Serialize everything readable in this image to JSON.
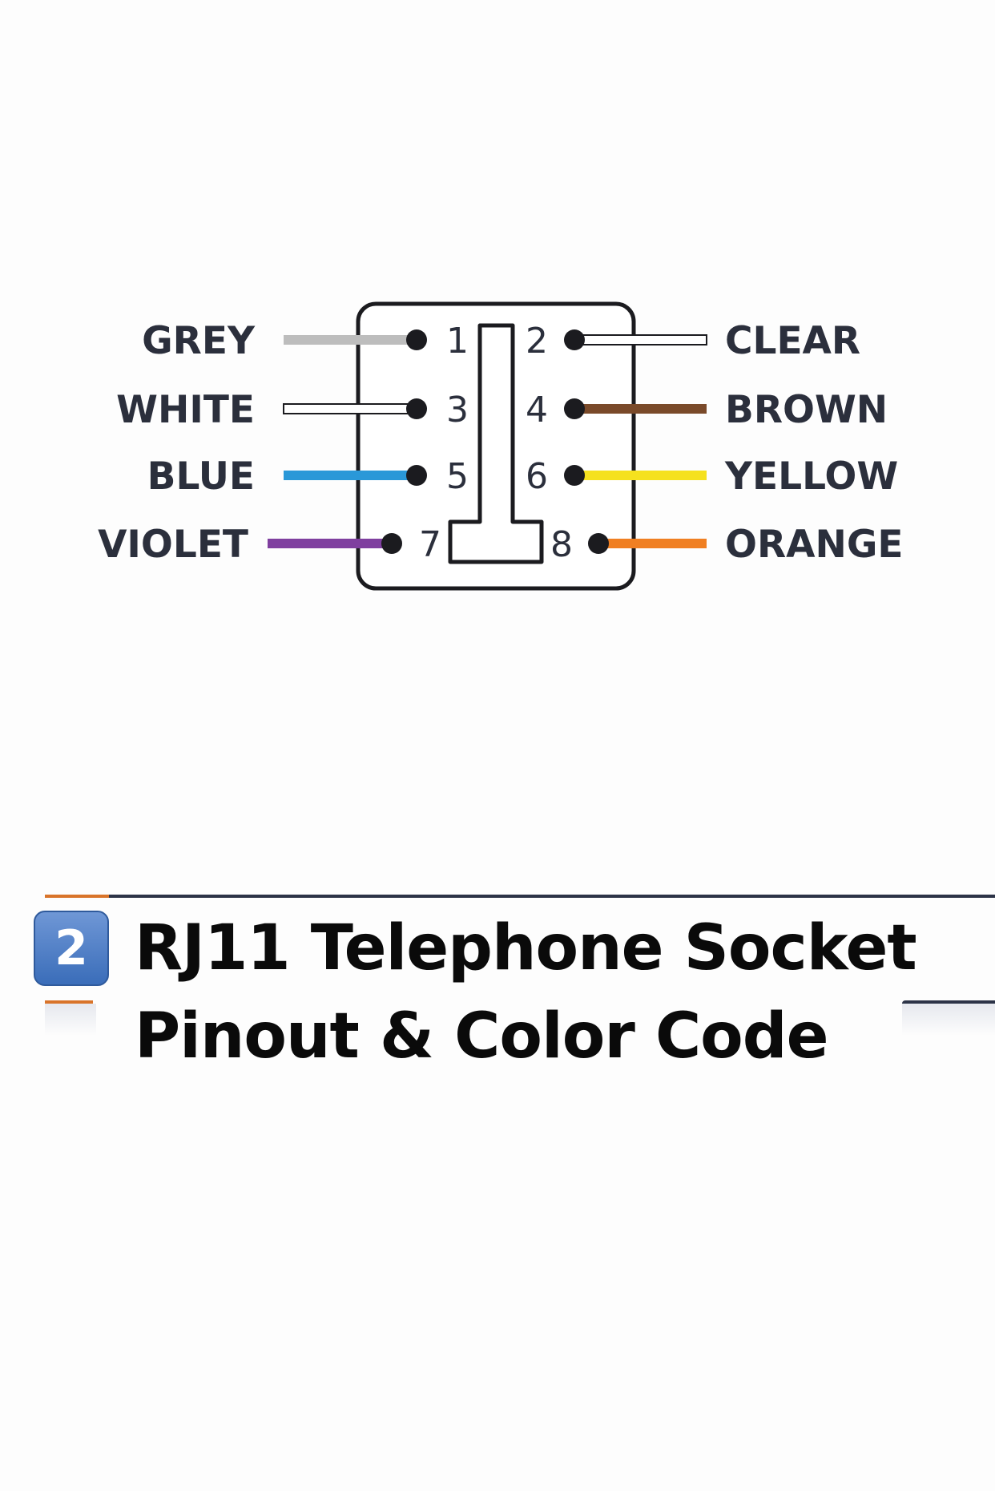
{
  "diagram": {
    "pins": [
      {
        "num": "1",
        "side": "left",
        "label": "GREY",
        "color": "#bdbdbd"
      },
      {
        "num": "2",
        "side": "right",
        "label": "CLEAR",
        "color": "#ffffff"
      },
      {
        "num": "3",
        "side": "left",
        "label": "WHITE",
        "color": "#ffffff"
      },
      {
        "num": "4",
        "side": "right",
        "label": "BROWN",
        "color": "#7a4a2a"
      },
      {
        "num": "5",
        "side": "left",
        "label": "BLUE",
        "color": "#2a98d8"
      },
      {
        "num": "6",
        "side": "right",
        "label": "YELLOW",
        "color": "#f5e11e"
      },
      {
        "num": "7",
        "side": "left",
        "label": "VIOLET",
        "color": "#7f3f9f"
      },
      {
        "num": "8",
        "side": "right",
        "label": "ORANGE",
        "color": "#f07f22"
      }
    ]
  },
  "title": {
    "badge": "2",
    "line1": "RJ11 Telephone Socket",
    "line2": "Pinout & Color Code"
  }
}
